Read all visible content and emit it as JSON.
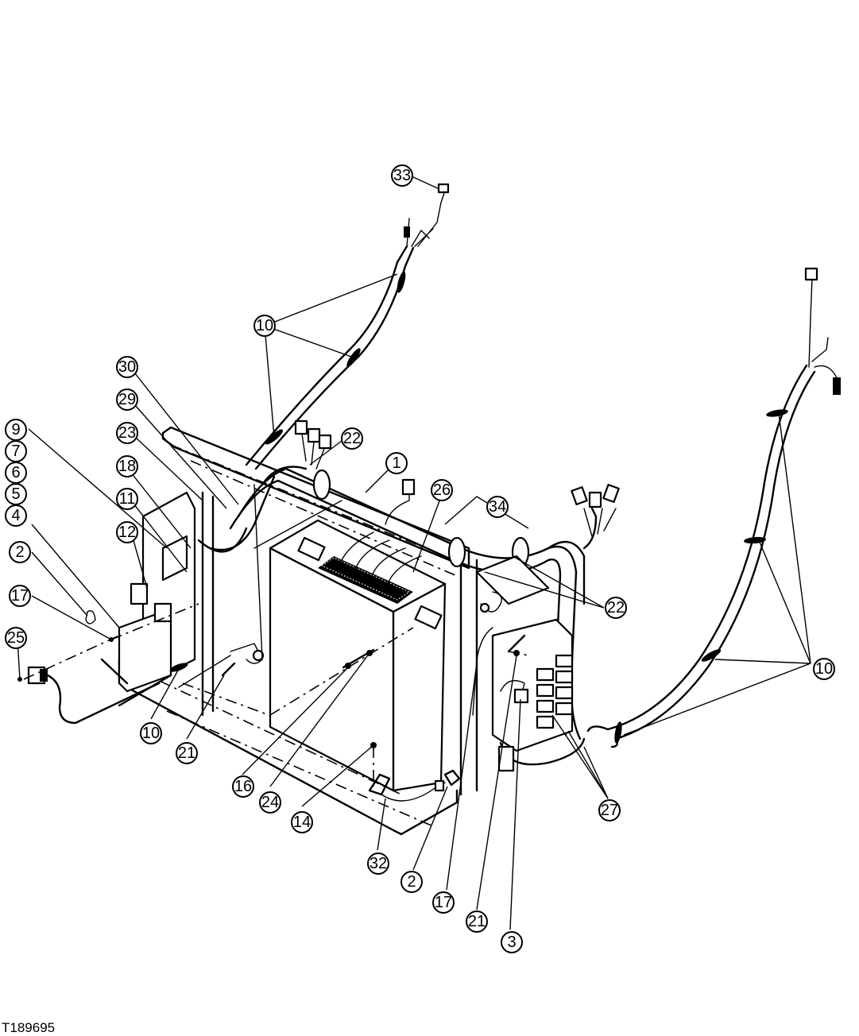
{
  "figure_id": "T189695",
  "callouts": [
    "33",
    "10",
    "30",
    "29",
    "23",
    "22",
    "1",
    "26",
    "34",
    "9",
    "7",
    "6",
    "5",
    "4",
    "18",
    "11",
    "12",
    "2",
    "17",
    "25",
    "22",
    "10",
    "21",
    "16",
    "24",
    "14",
    "32",
    "2",
    "17",
    "21",
    "3",
    "27",
    "10"
  ]
}
